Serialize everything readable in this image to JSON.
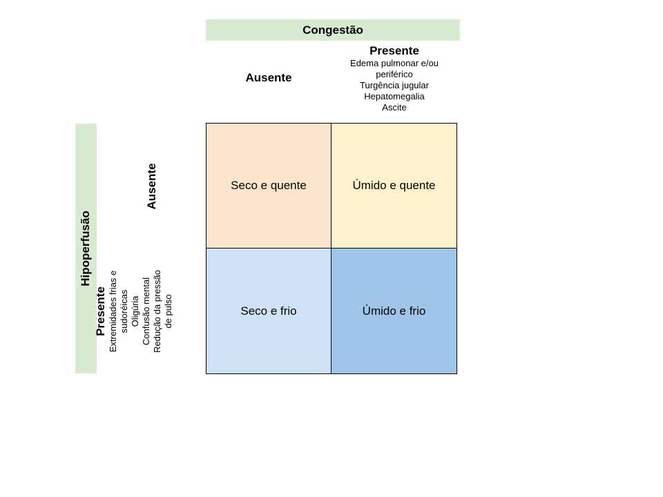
{
  "congestao": {
    "title": "Congestão",
    "ausente": "Ausente",
    "presente": {
      "title": "Presente",
      "signs": [
        "Edema pulmonar e/ou",
        "periférico",
        "Turgência jugular",
        "Hepatomegalia",
        "Ascite"
      ]
    }
  },
  "hipoperfusao": {
    "title": "Hipoperfusão",
    "ausente": "Ausente",
    "presente": {
      "title": "Presente",
      "signs": [
        "Extremidades frias e",
        "sudoréicas",
        "Oligúria",
        "Confusão mental",
        "Redução da pressão",
        "de pulso"
      ]
    }
  },
  "quadrants": {
    "top_left": {
      "label": "Seco e quente",
      "color": "#fce5cd"
    },
    "top_right": {
      "label": "Úmido e quente",
      "color": "#fff2cc"
    },
    "bottom_left": {
      "label": "Seco e frio",
      "color": "#cfe2f3"
    },
    "bottom_right": {
      "label": "Úmido e frio",
      "color": "#9fc5e8"
    }
  },
  "colors": {
    "header_band": "#d9ead3"
  }
}
